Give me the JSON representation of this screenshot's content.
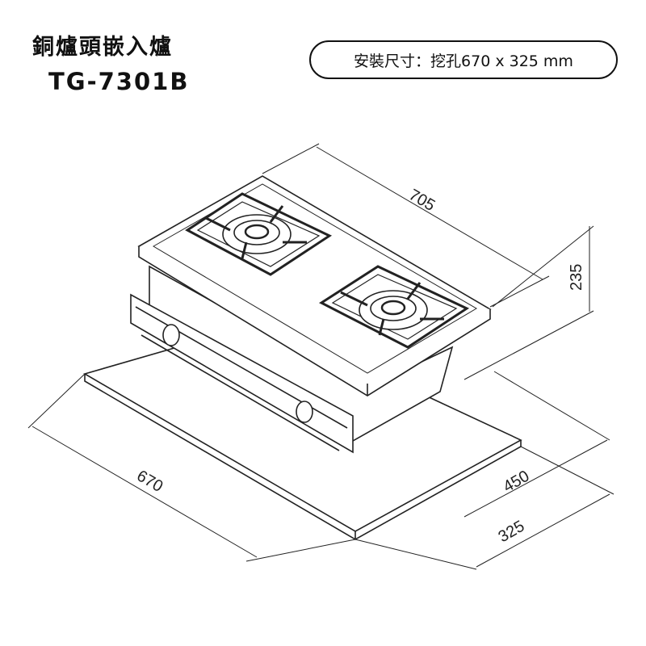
{
  "header": {
    "title": "銅爐頭嵌入爐",
    "model": "TG-7301B",
    "spec": "安裝尺寸：挖孔670 x 325 mm"
  },
  "dimensions": {
    "width_top": "705",
    "height": "235",
    "cutout_width": "670",
    "depth": "450",
    "cutout_depth": "325"
  }
}
